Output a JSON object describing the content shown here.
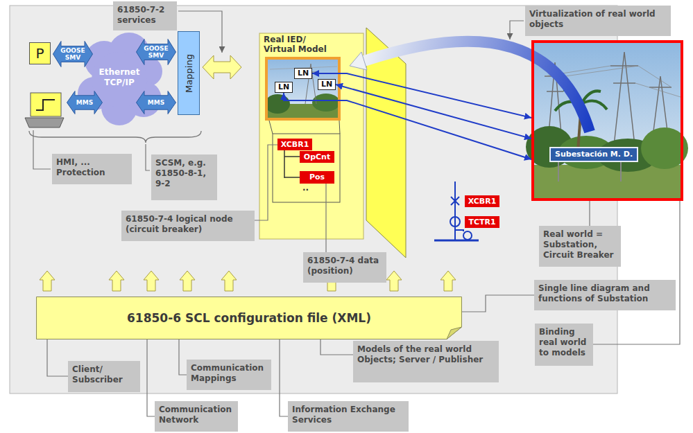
{
  "diagram": {
    "nodes": [
      {
        "text": [
          "61850-7-2 services"
        ]
      },
      {
        "text": [
          "Virtualization of real world objects"
        ]
      },
      {
        "text": [
          "P"
        ]
      },
      {
        "text": [
          "Ethernet",
          "TCP/IP"
        ]
      },
      {
        "text": [
          "GOOSE SMV"
        ]
      },
      {
        "text": [
          "GOOSE SMV"
        ]
      },
      {
        "text": [
          "MMS"
        ]
      },
      {
        "text": [
          "MMS"
        ]
      },
      {
        "text": [
          "Mapping"
        ]
      },
      {
        "text": [
          "Real IED/ Virtual Model"
        ]
      },
      {
        "text": [
          "LN"
        ],
        "in": 9
      },
      {
        "text": [
          "LN"
        ],
        "in": 9
      },
      {
        "text": [
          "LN"
        ],
        "in": 9
      },
      {
        "text": [
          "XCBR1"
        ],
        "in": 9
      },
      {
        "text": [
          "OpCnt"
        ],
        "in": 9
      },
      {
        "text": [
          "Pos"
        ],
        "in": 9
      },
      {
        "text": [
          "Subestación M. D."
        ]
      },
      {
        "text": [
          "XCBR1"
        ]
      },
      {
        "text": [
          "TCTR1"
        ]
      },
      {
        "text": [
          "HMI, ... Protection"
        ]
      },
      {
        "text": [
          "SCSM, e.g. 61850-8-1, 9-2"
        ]
      },
      {
        "text": [
          "61850-7-4 logical node (circuit breaker)"
        ]
      },
      {
        "text": [
          "61850-7-4 data (position)"
        ]
      },
      {
        "text": [
          "Real world = Substation, Circuit Breaker"
        ]
      },
      {
        "text": [
          "Single line diagram and functions of Substation"
        ]
      },
      {
        "text": [
          "61850-6 SCL configuration file (XML)"
        ]
      },
      {
        "text": [
          "Binding real world to models"
        ]
      },
      {
        "text": [
          "Models of the real world Objects; Server / Publisher"
        ]
      },
      {
        "text": [
          "Client/ Subscriber"
        ]
      },
      {
        "text": [
          "Communication Mappings"
        ]
      },
      {
        "text": [
          "Communication Network"
        ]
      },
      {
        "text": [
          "Information Exchange Services"
        ]
      }
    ],
    "edges": [
      {
        "from": 16,
        "to": 10,
        "arrow": "both"
      },
      {
        "from": 16,
        "to": 11,
        "arrow": "both"
      },
      {
        "from": 16,
        "to": 12,
        "arrow": "both"
      },
      {
        "from": 21,
        "to": 13,
        "arrow": "none"
      },
      {
        "from": 22,
        "to": 15,
        "arrow": "none"
      },
      {
        "from": 23,
        "to": 16,
        "arrow": "none"
      },
      {
        "from": 24,
        "to": 25,
        "arrow": "none"
      },
      {
        "from": 26,
        "to": 16,
        "arrow": "none"
      },
      {
        "from": 27,
        "to": 25,
        "arrow": "none"
      },
      {
        "from": 28,
        "to": 25,
        "arrow": "none"
      },
      {
        "from": 29,
        "to": 25,
        "arrow": "none"
      },
      {
        "from": 30,
        "to": 25,
        "arrow": "none"
      },
      {
        "from": 31,
        "to": 25,
        "arrow": "none"
      }
    ],
    "labels": [
      ".."
    ]
  }
}
